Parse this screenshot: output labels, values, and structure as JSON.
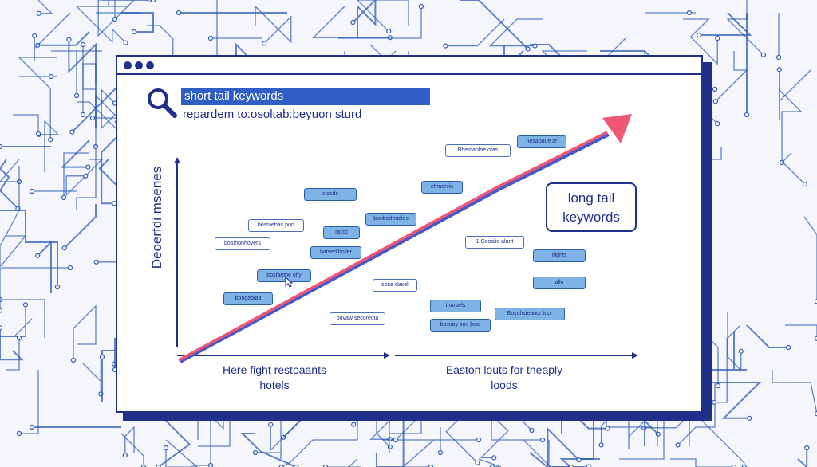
{
  "colors": {
    "accent": "#2f5ec4",
    "navy": "#1f2f8a",
    "trend_arrow": "#ee5873",
    "chip_fill": "#7fb2e5",
    "circuit": "#2d5bb8"
  },
  "window": {
    "controls": [
      "window-dot",
      "window-dot",
      "window-dot"
    ]
  },
  "search": {
    "icon": "search-icon",
    "query": "short tail keywords",
    "subtext": "repardem to:osoltab:beyuon sturd"
  },
  "chart": {
    "y_axis_label": "Deoerfdi msenes",
    "x_label_left": "Here fight restoaants hotels",
    "x_label_right": "Easton louts for theaply loods",
    "callout": "long tail keywords",
    "trend": "up"
  },
  "keywords": [
    {
      "text": "bostaebas port",
      "style": "outline"
    },
    {
      "text": "bosthonhovers",
      "style": "outline"
    },
    {
      "text": "closds",
      "style": "filled"
    },
    {
      "text": "racto",
      "style": "filled"
    },
    {
      "text": "batsed boller",
      "style": "filled"
    },
    {
      "text": "bosfaethe ofly",
      "style": "filled"
    },
    {
      "text": "boogeblaa",
      "style": "filled"
    },
    {
      "text": "boobedmalles",
      "style": "filled"
    },
    {
      "text": "chmonlin",
      "style": "filled"
    },
    {
      "text": "sose dasel",
      "style": "outline"
    },
    {
      "text": "bovaw secorecta",
      "style": "outline"
    },
    {
      "text": "Bhemaoloe ofas",
      "style": "outline"
    },
    {
      "text": "nosaboue ar",
      "style": "filled"
    },
    {
      "text": "1 Cooolie alunt",
      "style": "outline"
    },
    {
      "text": "rlights",
      "style": "filled"
    },
    {
      "text": "allo",
      "style": "filled"
    },
    {
      "text": "tharsels",
      "style": "filled"
    },
    {
      "text": "bosoay sou boal",
      "style": "filled"
    },
    {
      "text": "Bosohsieaoor toor",
      "style": "filled"
    }
  ]
}
